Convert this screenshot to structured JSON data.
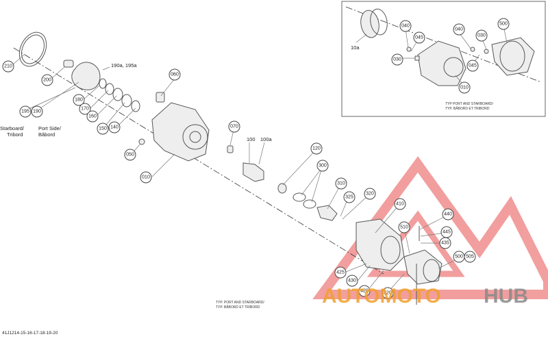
{
  "footer_code": "41J1214-15-16-17-18-19-20",
  "bottom_note": [
    "TYP. PORT AND STARBOARD/",
    "TYP. BÂBORD ET TRIBORD"
  ],
  "inset_note": [
    "TYP PORT AND STARBOARD/",
    "TYP. BÂBORD ET TRIBORD"
  ],
  "side_labels": {
    "starboard": [
      "Starboard/",
      "Tribord"
    ],
    "port": [
      "Port Side/",
      "Bâbord"
    ]
  },
  "free_labels": {
    "l190a": "190a, 195a",
    "l100": "100",
    "l100a": "100a",
    "l10a": "10a"
  },
  "callouts": [
    "210",
    "200",
    "180",
    "170",
    "160",
    "150",
    "140",
    "195",
    "190",
    "060",
    "070",
    "050",
    "010",
    "120",
    "300",
    "310",
    "325",
    "320",
    "410",
    "440",
    "445",
    "435",
    "510",
    "500",
    "505",
    "425",
    "430",
    "420",
    "520",
    "040",
    "045",
    "030",
    "040",
    "030",
    "045",
    "010",
    "500"
  ],
  "watermark": {
    "text_a": "AUTOMOTO",
    "text_b": "HUB",
    "color_a": "#f0a030",
    "color_b": "#8a8a8a",
    "triangle_color": "#e85050"
  }
}
